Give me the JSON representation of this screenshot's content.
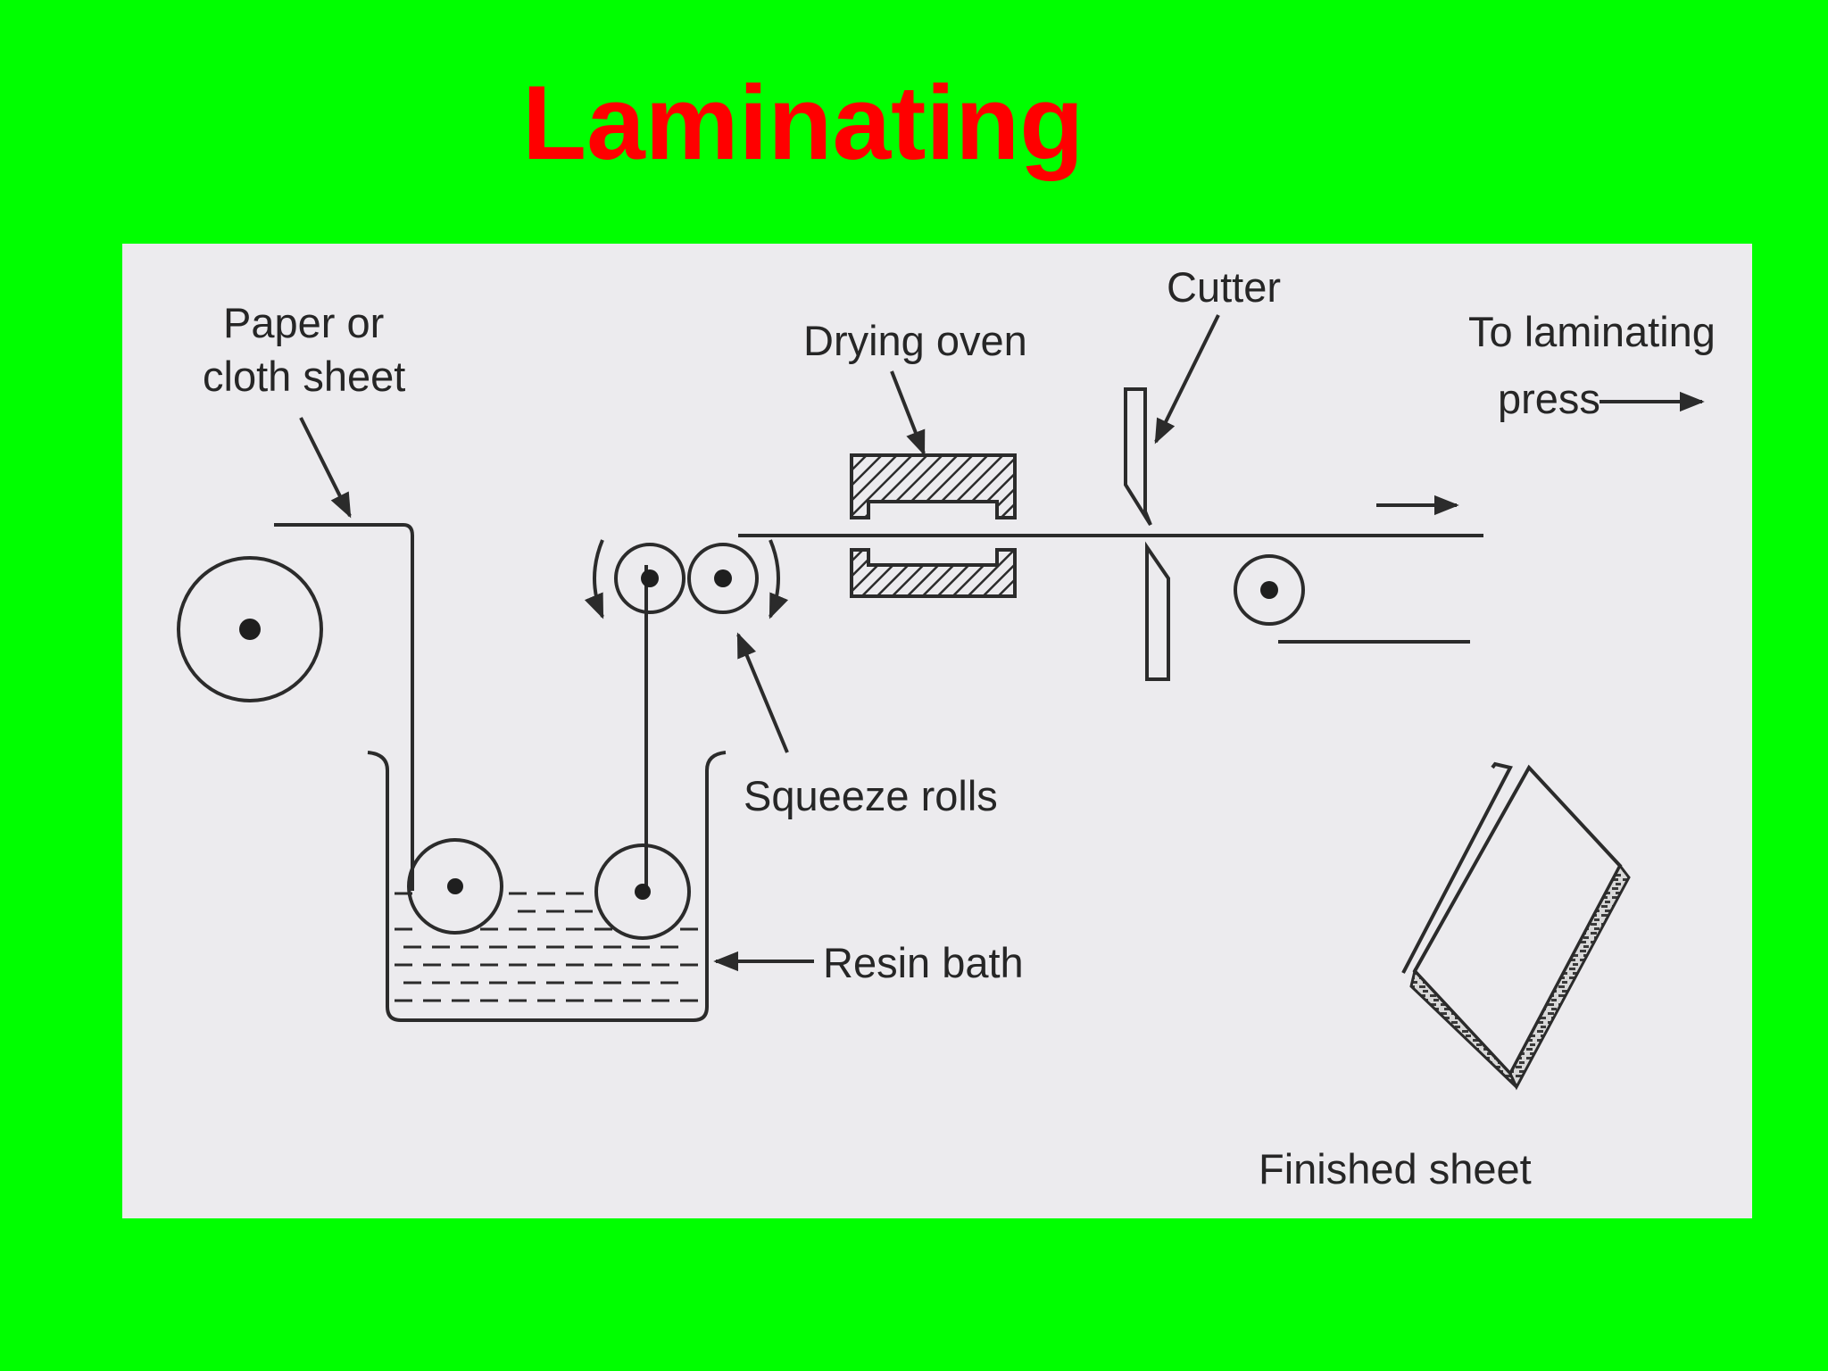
{
  "slide": {
    "title": "Laminating",
    "background_color": "#00ff00",
    "title_color": "#ff0000"
  },
  "diagram": {
    "panel_color": "#ecebee",
    "ink_color": "#2b2b2b",
    "labels": {
      "paper_sheet_line1": "Paper or",
      "paper_sheet_line2": "cloth sheet",
      "drying_oven": "Drying oven",
      "cutter": "Cutter",
      "press_line1": "To laminating",
      "press_line2": "press",
      "squeeze_rolls": "Squeeze rolls",
      "resin_bath": "Resin bath",
      "finished_sheet": "Finished sheet"
    }
  }
}
